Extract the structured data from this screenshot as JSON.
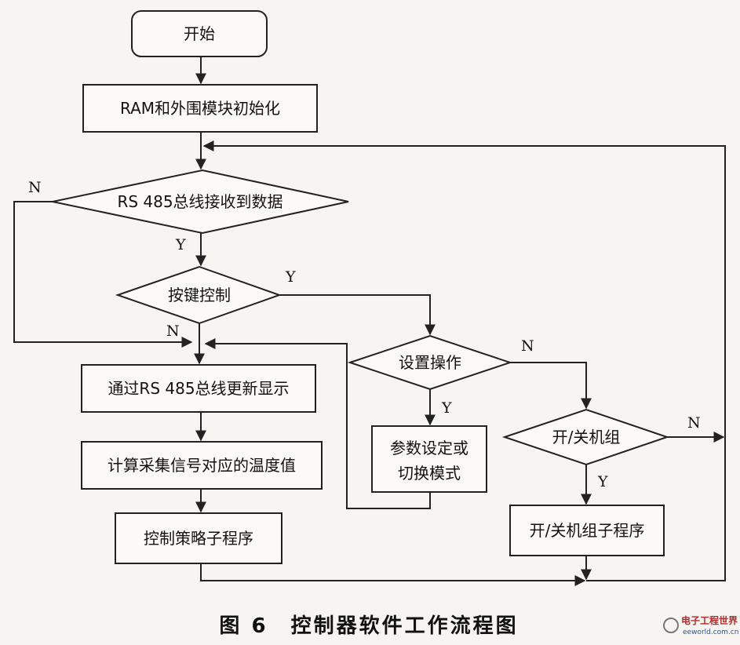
{
  "nodes": {
    "start": "开始",
    "init": "RAM和外围模块初始化",
    "rs485_check": "RS 485总线接收到数据",
    "key_control": "按键控制",
    "set_operation": "设置操作",
    "param_set": [
      "参数设定或",
      "切换模式"
    ],
    "update_display": "通过RS 485总线更新显示",
    "calc_temp": "计算采集信号对应的温度值",
    "control_strategy": "控制策略子程序",
    "onoff_check": "开/关机组",
    "onoff_subroutine": "开/关机组子程序"
  },
  "edge_labels": {
    "rs485_no": "N",
    "rs485_yes": "Y",
    "key_yes": "Y",
    "key_no": "N",
    "set_no": "N",
    "set_yes": "Y",
    "onoff_no": "N",
    "onoff_yes": "Y"
  },
  "caption": "图 6　控制器软件工作流程图",
  "watermark": {
    "main": "电子工程世界",
    "sub": "eeworld.com.cn"
  }
}
